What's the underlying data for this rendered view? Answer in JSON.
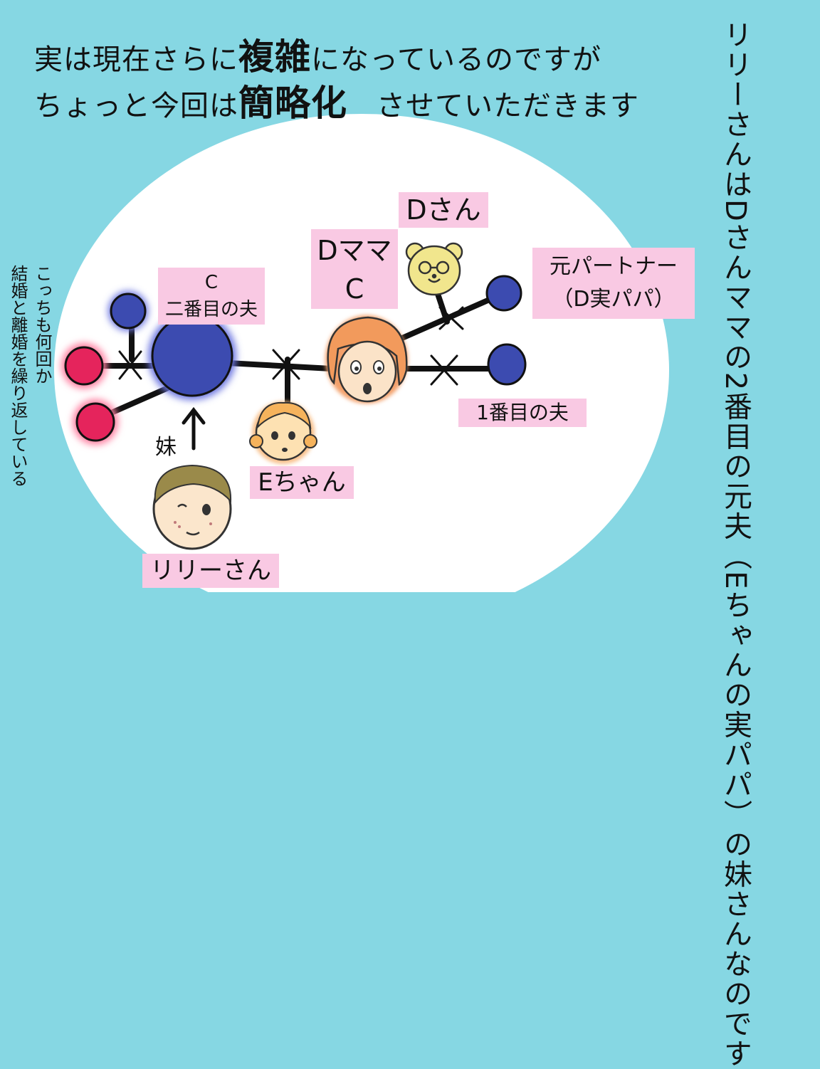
{
  "headline": {
    "line1_pre": "実は現在さらに",
    "line1_bold": "複雑",
    "line1_post": "になっているのですが",
    "line2_pre": "ちょっと今回は",
    "line2_bold": "簡略化",
    "line2_post": "　させていただきます"
  },
  "side_note_right": "リリーさんはDさんママの2番目の元夫（Eちゃんの実パパ）の妹さんなのです",
  "side_note_left": "結婚と離婚を繰り返している",
  "side_note_left_2": "こっちも何回か",
  "labels": {
    "c_line1": "C",
    "c_line2": "二番目の夫",
    "dmama_line1": "Dママ",
    "dmama_line2": "C",
    "dsan": "Dさん",
    "partner_line1": "元パートナー",
    "partner_line2": "（D実パパ）",
    "husband1": "1番目の夫",
    "echan": "Eちゃん",
    "lily": "リリーさん",
    "sister": "妹"
  },
  "colors": {
    "background": "#86d7e3",
    "circle": "#ffffff",
    "label_bg": "#f9c9e3",
    "node_blue": "#3c4bb0",
    "node_pink": "#e5245c",
    "line": "#111111"
  }
}
